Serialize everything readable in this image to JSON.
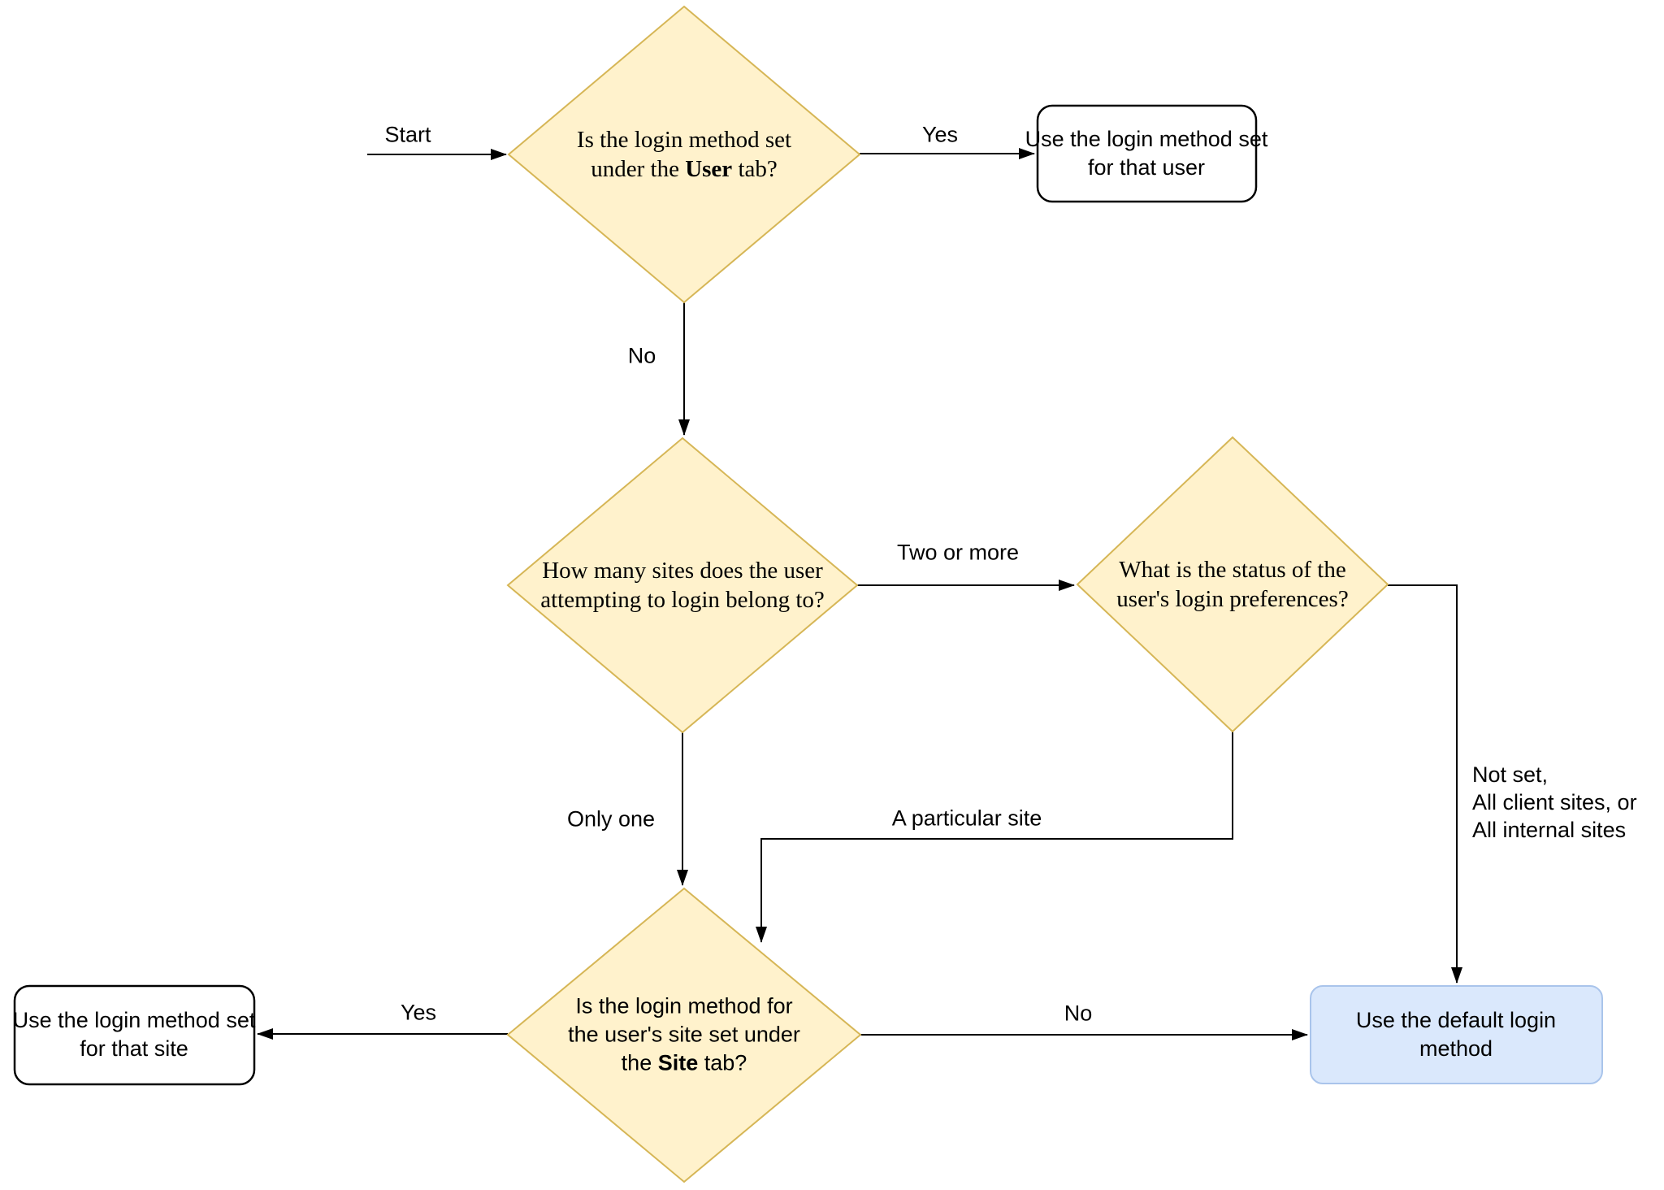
{
  "title": "Login method selection flowchart",
  "colors": {
    "background": "#ffffff",
    "diamond_fill": "#FFF2CC",
    "diamond_stroke": "#D6B656",
    "box_fill": "#FFFFFF",
    "box_stroke": "#000000",
    "highlight_fill": "#DAE8FC",
    "highlight_stroke": "#A9C4EB",
    "edge_color": "#000000",
    "text_color": "#000000"
  },
  "nodes": {
    "user_tab_decision": {
      "line1": "Is the login method set",
      "line2_prefix": "under the ",
      "line2_bold": "User",
      "line2_suffix": " tab?"
    },
    "use_user_method": {
      "line1": "Use the login method set",
      "line2": "for that user"
    },
    "site_count_decision": {
      "line1": "How many sites does the user",
      "line2": "attempting to login belong to?"
    },
    "preference_status_decision": {
      "line1": "What is the status of the",
      "line2": "user's login preferences?"
    },
    "site_tab_decision": {
      "line1": "Is the login method for",
      "line2": "the user's site set under",
      "line3_prefix": "the ",
      "line3_bold": "Site",
      "line3_suffix": " tab?"
    },
    "use_site_method": {
      "line1": "Use the login method set",
      "line2": "for that site"
    },
    "use_default_method": {
      "line1": "Use the default login",
      "line2": "method"
    }
  },
  "edge_labels": {
    "start": "Start",
    "yes_top": "Yes",
    "no_top": "No",
    "two_or_more": "Two or more",
    "only_one": "Only one",
    "a_particular_site": "A particular site",
    "not_set_line1": "Not set,",
    "not_set_line2": "All client sites, or",
    "not_set_line3": "All internal sites",
    "yes_bottom": "Yes",
    "no_bottom": "No"
  }
}
